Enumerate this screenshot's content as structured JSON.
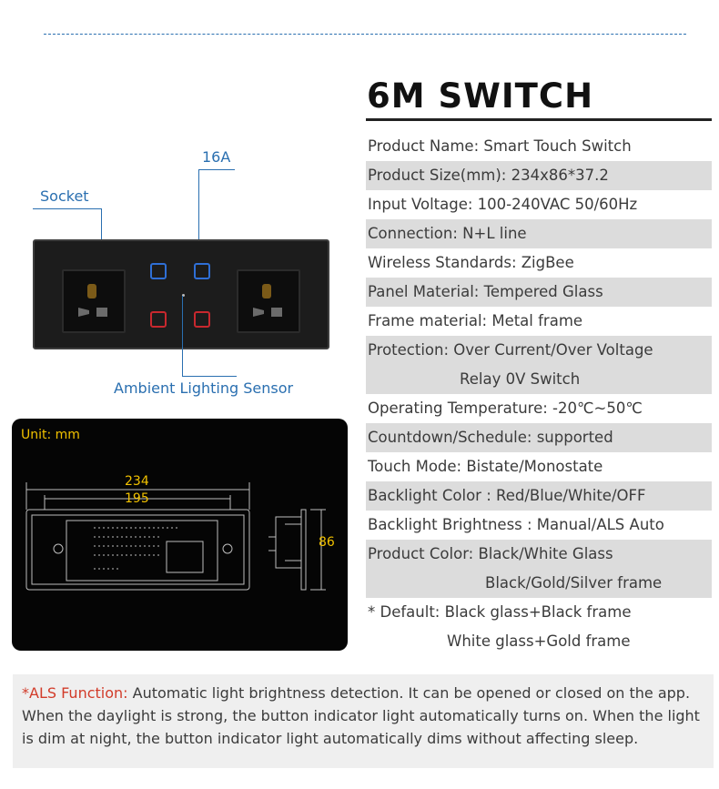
{
  "callouts": {
    "socket": "Socket",
    "amp": "16A",
    "sensor": "Ambient Lighting Sensor"
  },
  "dimension": {
    "unit_label": "Unit: mm",
    "length_outer": "234",
    "length_inner": "195",
    "height": "86"
  },
  "spec": {
    "title": "6M SWITCH",
    "rows": [
      "Product Name: Smart Touch Switch",
      "Product Size(mm): 234x86*37.2",
      "Input Voltage: 100-240VAC 50/60Hz",
      "Connection: N+L line",
      "Wireless Standards:  ZigBee",
      "Panel Material: Tempered Glass",
      "Frame material: Metal frame",
      "Protection: Over Current/Over Voltage",
      "Relay 0V Switch",
      "Operating Temperature: -20℃~50℃",
      "Countdown/Schedule: supported",
      "Touch Mode: Bistate/Monostate",
      "Backlight Color : Red/Blue/White/OFF",
      "Backlight Brightness : Manual/ALS Auto",
      "Product Color: Black/White Glass",
      "Black/Gold/Silver frame",
      "* Default: Black glass+Black frame",
      "White glass+Gold frame"
    ]
  },
  "note": {
    "label": "*ALS Function:",
    "text": " Automatic light brightness detection. It can be opened or closed on the app. When the daylight is strong, the button indicator light automatically turns on. When the light is dim at night, the button indicator light automatically dims without affecting sleep."
  },
  "colors": {
    "accent_blue": "#2a6fb0",
    "dim_yellow": "#f2c200",
    "note_red": "#d23c2a"
  }
}
